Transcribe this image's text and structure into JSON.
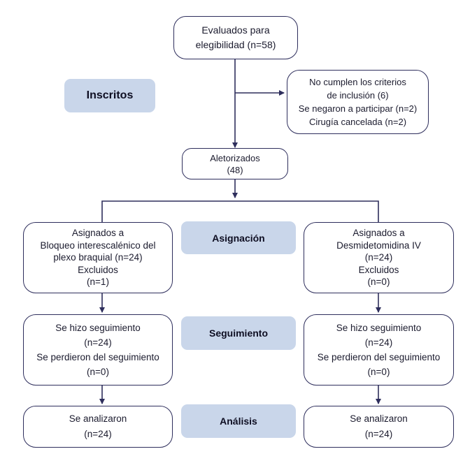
{
  "evaluated": {
    "lines": [
      "Evaluados para",
      "elegibilidad (n=58)"
    ]
  },
  "excluded": {
    "lines": [
      "No cumplen los criterios",
      "de inclusión (6)",
      "Se negaron a participar (n=2)",
      "Cirugía cancelada (n=2)"
    ]
  },
  "randomized": {
    "lines": [
      "Aletorizados",
      "(48)"
    ]
  },
  "left_allocation": {
    "lines": [
      "Asignados a",
      "Bloqueo interescalénico del",
      "plexo braquial (n=24)",
      "Excluidos",
      "(n=1)"
    ]
  },
  "right_allocation": {
    "lines": [
      "Asignados a",
      "Desmidetomidina IV",
      "(n=24)",
      "Excluidos",
      "(n=0)"
    ]
  },
  "left_followup": {
    "lines": [
      "Se hizo seguimiento",
      "(n=24)",
      "Se perdieron del seguimiento",
      "(n=0)"
    ]
  },
  "right_followup": {
    "lines": [
      "Se hizo seguimiento",
      "(n=24)",
      "Se perdieron del seguimiento",
      "(n=0)"
    ]
  },
  "left_analysis": {
    "lines": [
      "Se analizaron",
      "(n=24)"
    ]
  },
  "right_analysis": {
    "lines": [
      "Se analizaron",
      "(n=24)"
    ]
  },
  "stages": {
    "enrolled": "Inscritos",
    "allocation": "Asignación",
    "followup": "Seguimiento",
    "analysis": "Análisis"
  },
  "colors": {
    "stage_fill": "#c9d6ea",
    "line": "#2e2e5c"
  }
}
